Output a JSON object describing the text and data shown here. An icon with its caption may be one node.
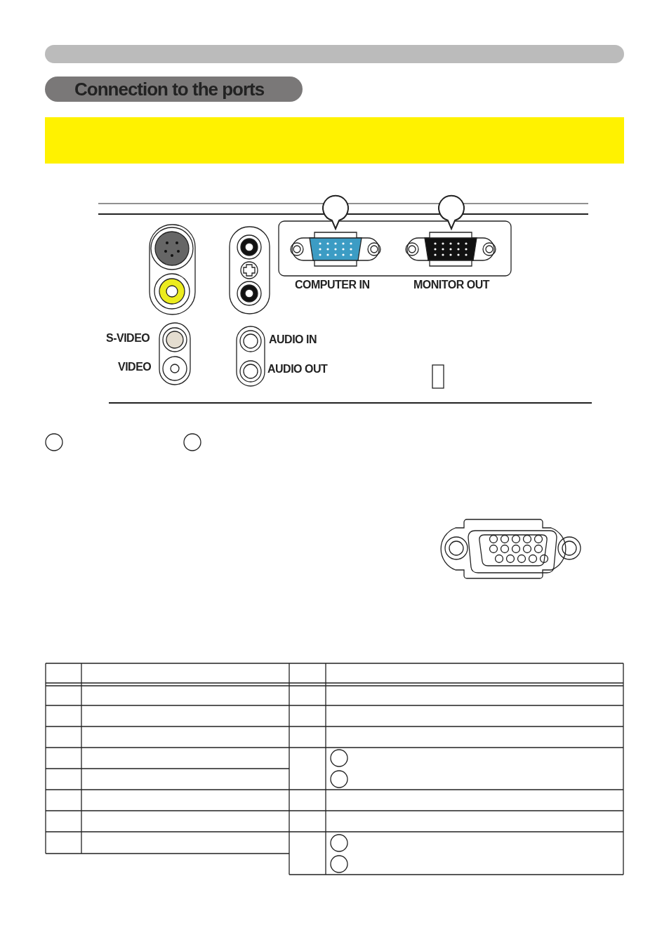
{
  "diagram": {
    "title": "Connection to the ports",
    "labels": [
      "COMPUTER IN",
      "MONITOR OUT",
      "S-VIDEO",
      "VIDEO",
      "AUDIO IN",
      "AUDIO OUT"
    ]
  }
}
